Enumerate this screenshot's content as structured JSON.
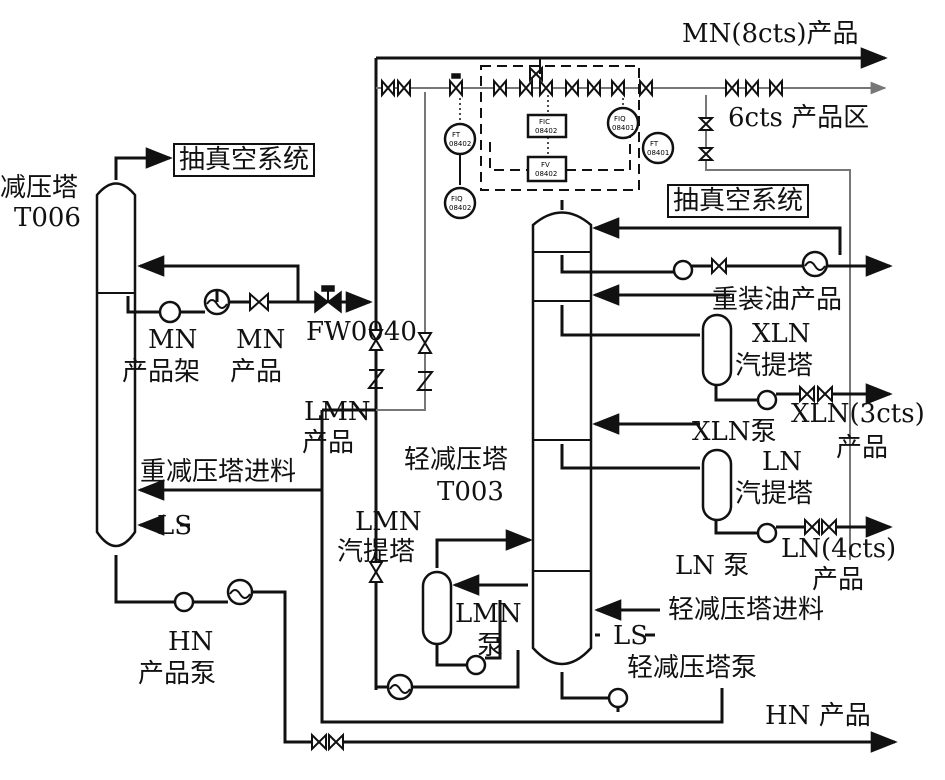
{
  "labels": {
    "mn_8cts": "MN(8cts)产品",
    "cts6_area": "6cts 产品区",
    "vac_sys_left": "抽真空系统",
    "vac_sys_right": "抽真空系统",
    "t006_name": "减压塔",
    "t006_tag": "T006",
    "mn_rack_1": "MN",
    "mn_rack_2": "产品架",
    "mn_prod_1": "MN",
    "mn_prod_2": "产品",
    "fw0040": "FW0040",
    "lmn_prod_1": "LMN",
    "lmn_prod_2": "产品",
    "heavy_feed": "重减压塔进料",
    "ls_left": "LS",
    "lmn_strip_1": "LMN",
    "lmn_strip_2": "汽提塔",
    "t003_name": "轻减压塔",
    "t003_tag": "T003",
    "hn_pump_1": "HN",
    "hn_pump_2": "产品泵",
    "lmn_pump_1": "LMN",
    "lmn_pump_2": "泵",
    "heavy_oil": "重装油产品",
    "xln_strip_1": "XLN",
    "xln_strip_2": "汽提塔",
    "xln_3cts_1": "XLN(3cts)",
    "xln_3cts_2": "产品",
    "xln_pump": "XLN泵",
    "ln_strip_1": "LN",
    "ln_strip_2": "汽提塔",
    "ln_pump": "LN 泵",
    "ln_4cts_1": "LN(4cts)",
    "ln_4cts_2": "产品",
    "light_feed": "轻减压塔进料",
    "ls_right": "LS",
    "light_pump": "轻减压塔泵",
    "hn_prod": "HN 产品"
  },
  "instruments": {
    "ft1_a": "FT",
    "ft1_b": "08402",
    "fiq1_a": "FIQ",
    "fiq1_b": "08402",
    "fic_a": "FIC",
    "fic_b": "08402",
    "fv_a": "FV",
    "fv_b": "08402",
    "fiq2_a": "FIQ",
    "fiq2_b": "08401",
    "ft2_a": "FT",
    "ft2_b": "08401"
  },
  "colors": {
    "line": "#111111",
    "secondary_line": "#777777"
  }
}
